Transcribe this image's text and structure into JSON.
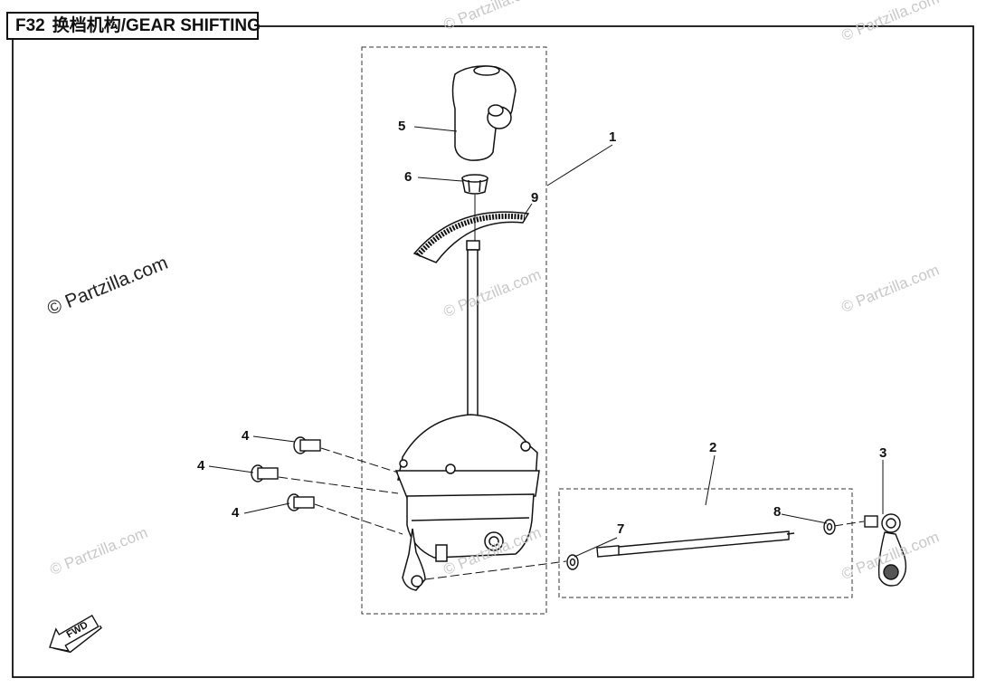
{
  "title": {
    "code": "F32",
    "name": "换档机构/GEAR SHIFTING"
  },
  "watermark": "© Partzilla.com",
  "fwd_label": "FWD",
  "callouts": [
    "1",
    "2",
    "3",
    "4",
    "4",
    "4",
    "5",
    "6",
    "7",
    "8",
    "9"
  ]
}
